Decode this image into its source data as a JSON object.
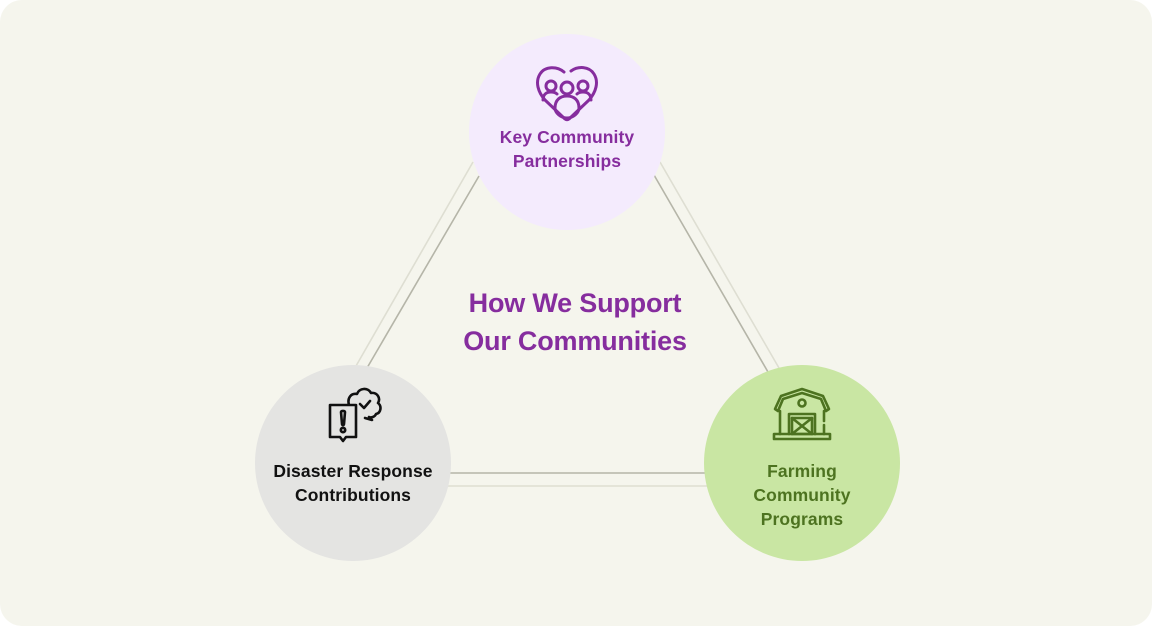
{
  "diagram": {
    "title_line1": "How We Support",
    "title_line2": "Our Communities",
    "colors": {
      "background": "#f5f5ed",
      "title": "#862d9e",
      "connector_dark": "#b5b5a8",
      "connector_light": "#deded2"
    },
    "nodes": [
      {
        "id": "partnerships",
        "icon": "heart-community-icon",
        "label_line1": "Key Community",
        "label_line2": "Partnerships",
        "fill": "#f4ebfd",
        "text_color": "#862d9e"
      },
      {
        "id": "disaster",
        "icon": "alert-cloud-check-icon",
        "label_line1": "Disaster Response",
        "label_line2": "Contributions",
        "fill": "#e4e4e2",
        "text_color": "#111111"
      },
      {
        "id": "farming",
        "icon": "barn-icon",
        "label_line1": "Farming",
        "label_line2": "Community",
        "label_line3": "Programs",
        "fill": "#c9e6a3",
        "text_color": "#4d7320"
      }
    ]
  }
}
